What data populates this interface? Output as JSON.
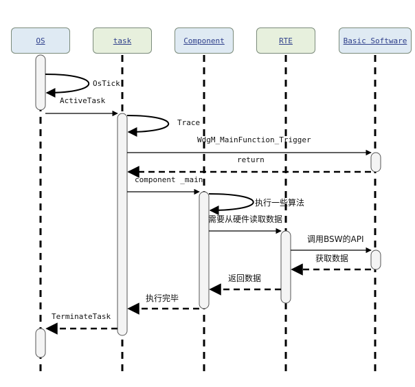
{
  "lifelines": [
    {
      "id": "os",
      "label": "OS",
      "color": "#dfeaf3"
    },
    {
      "id": "task",
      "label": "task",
      "color": "#e7f0dd"
    },
    {
      "id": "component",
      "label": "Component",
      "color": "#dfeaf3"
    },
    {
      "id": "rte",
      "label": "RTE",
      "color": "#e7f0dd"
    },
    {
      "id": "bsw",
      "label": "Basic Software",
      "color": "#dfeaf3"
    }
  ],
  "messages": {
    "ostick": "OsTick",
    "activetask": "ActiveTask",
    "trace": "Trace",
    "wdgm": "WdgM_MainFunction_Trigger",
    "return": "return",
    "component_main": "component _main",
    "exec_algo": "执行一些算法",
    "read_hw": "需要从硬件读取数据",
    "call_api": "调用BSW的API",
    "get_data": "获取数据",
    "return_data": "返回数据",
    "exec_done": "执行完毕",
    "terminate": "TerminateTask"
  }
}
